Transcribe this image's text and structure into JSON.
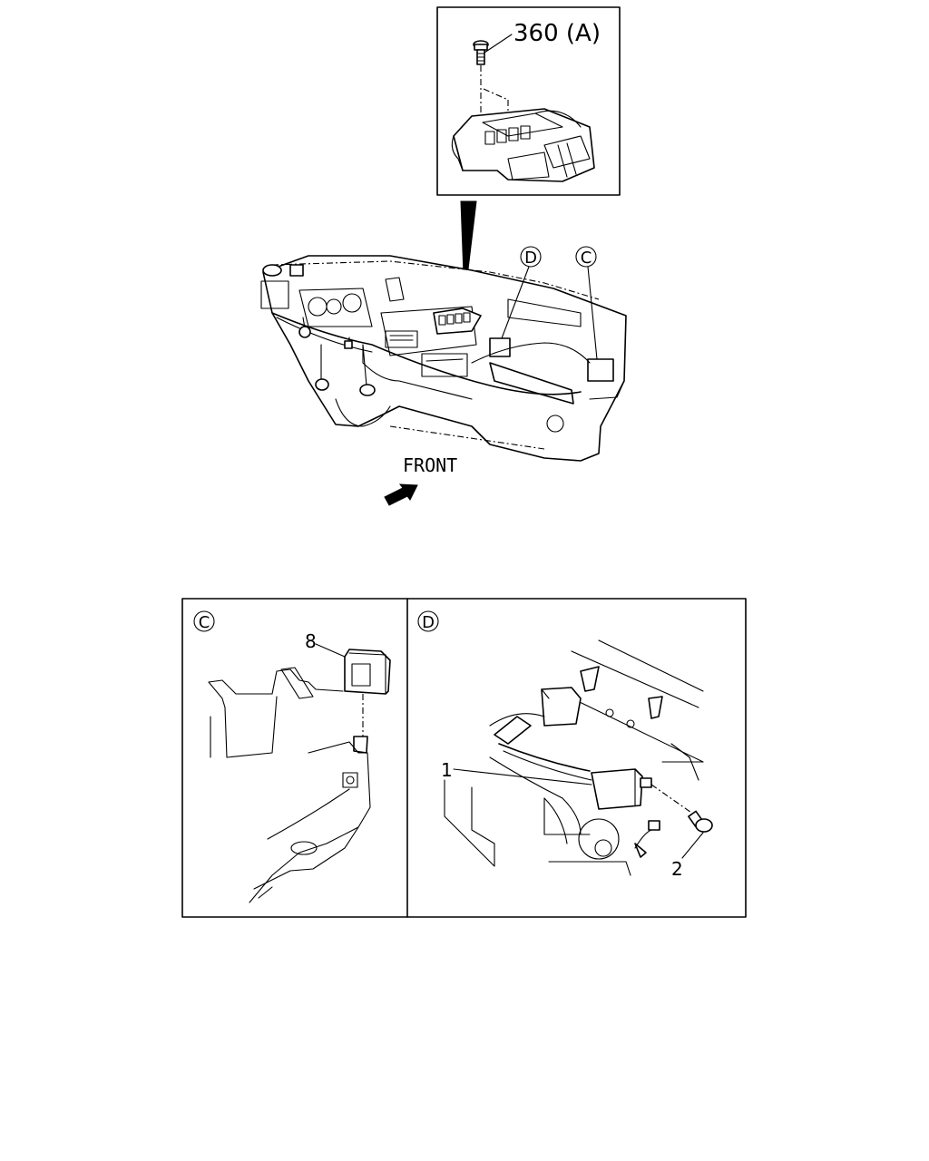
{
  "diagram": {
    "detail_a": {
      "callout": "360 (A)"
    },
    "main_view": {
      "label_d": "D",
      "label_c": "C",
      "direction_label": "FRONT"
    },
    "panel_c": {
      "tag": "C",
      "part_label": "8"
    },
    "panel_d": {
      "tag": "D",
      "part_label_1": "1",
      "part_label_2": "2"
    }
  }
}
